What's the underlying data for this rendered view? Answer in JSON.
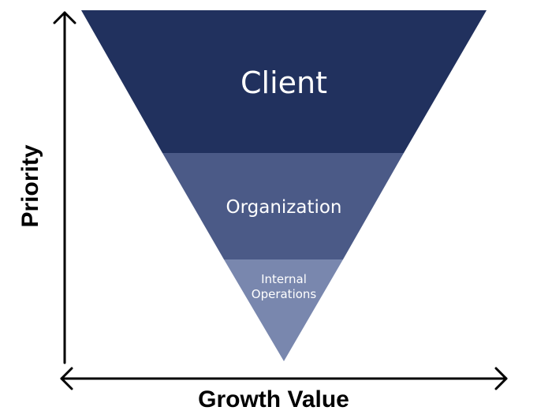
{
  "colors": {
    "tier_top": "#21315e",
    "tier_middle": "#4b5a87",
    "tier_bottom": "#7987ae",
    "axis": "#000000",
    "label_text": "#ffffff"
  },
  "axes": {
    "y_label": "Priority",
    "x_label": "Growth Value"
  },
  "tiers": [
    {
      "label": "Client"
    },
    {
      "label": "Organization"
    },
    {
      "label_line1": "Internal",
      "label_line2": "Operations"
    }
  ]
}
